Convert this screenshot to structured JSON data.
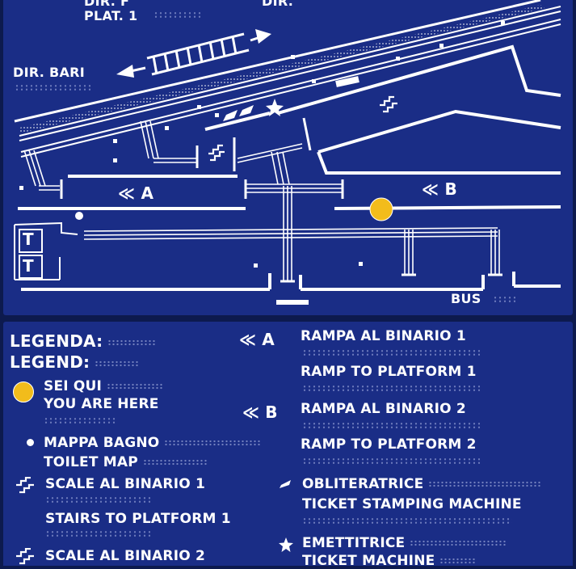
{
  "map": {
    "labels": {
      "dir_top": "DIR. F",
      "dir_top_right": "DIR.",
      "plat": "PLAT. 1",
      "dir_bari": "DIR. BARI",
      "ramp_a": "≪ A",
      "ramp_b": "≪ B",
      "toilet_1": "T",
      "toilet_2": "T",
      "bus": "BUS"
    },
    "colors": {
      "panel": "#1a2d86",
      "lines": "#ffffff",
      "you_are_here": "#f2bc1b"
    }
  },
  "legend": {
    "title_it": "LEGENDA:",
    "title_en": "LEGEND:",
    "items": {
      "you_it": "SEI QUI",
      "you_en": "YOU ARE HERE",
      "toilet_it": "MAPPA BAGNO",
      "toilet_en": "TOILET MAP",
      "stairs1_it": "SCALE AL BINARIO 1",
      "stairs1_en": "STAIRS TO PLATFORM 1",
      "stairs2_it": "SCALE AL BINARIO 2",
      "ramp_a_sym": "≪ A",
      "ramp1_it": "RAMPA AL BINARIO 1",
      "ramp1_en": "RAMP TO PLATFORM 1",
      "ramp_b_sym": "≪ B",
      "ramp2_it": "RAMPA AL BINARIO 2",
      "ramp2_en": "RAMP TO PLATFORM 2",
      "stamp_it": "OBLITERATRICE",
      "stamp_en": "TICKET STAMPING MACHINE",
      "machine_it": "EMETTITRICE",
      "machine_en": "TICKET MACHINE"
    },
    "icons": [
      "yellow-dot-icon",
      "white-dot-icon",
      "stairs-icon",
      "ticket-stamp-icon",
      "star-icon"
    ]
  }
}
